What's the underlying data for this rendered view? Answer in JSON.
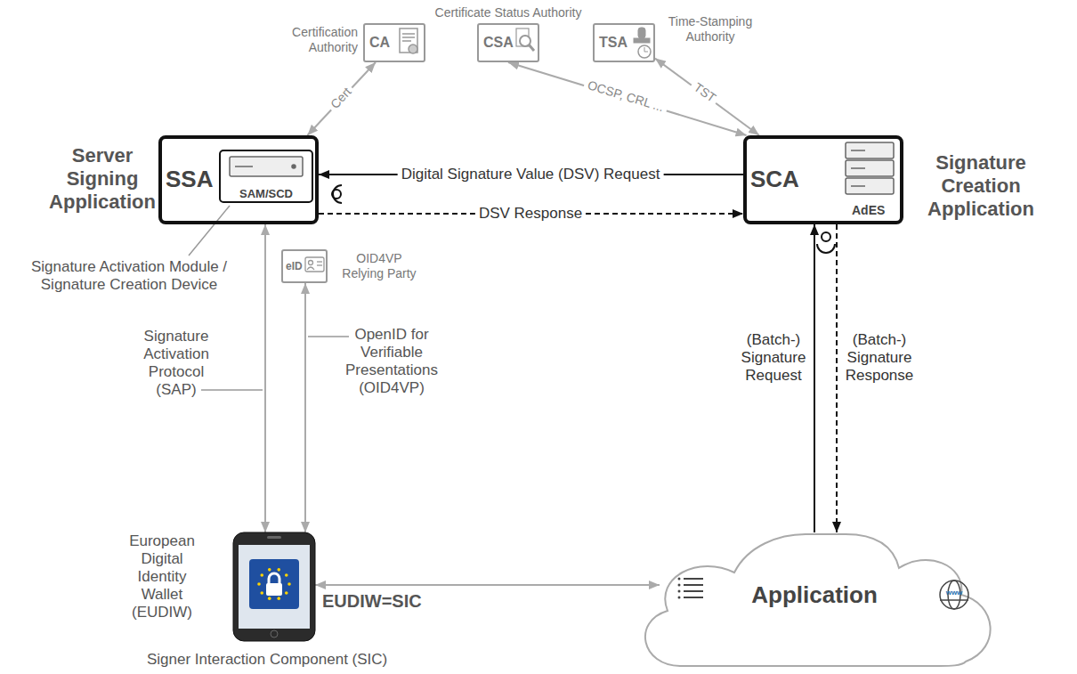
{
  "diagram": {
    "nodes": [
      {
        "text": [
          "Certification Authority",
          "CA"
        ]
      },
      {
        "text": [
          "Certificate Status Authority",
          "CSA"
        ]
      },
      {
        "text": [
          "TSA",
          "Time-Stamping Authority"
        ]
      },
      {
        "text": [
          "SSA",
          "Server Signing Application"
        ]
      },
      {
        "text": [
          "SAM/SCD"
        ],
        "in": 3
      },
      {
        "text": [
          "SCA",
          "AdES",
          "Signature Creation Application"
        ]
      },
      {
        "text": [
          "eID",
          "OID4VP Relying Party"
        ]
      },
      {
        "text": [
          "European Digital Identity Wallet (EUDIW)",
          "EUDIW=SIC",
          "Signer Interaction Component (SIC)"
        ]
      },
      {
        "text": [
          "Application"
        ]
      }
    ],
    "edges": [
      {
        "from": 0,
        "to": 3,
        "label": "Cert",
        "arrow": "both"
      },
      {
        "from": 1,
        "to": 5,
        "label": "OCSP, CRL ...",
        "arrow": "both"
      },
      {
        "from": 2,
        "to": 5,
        "label": "TST",
        "arrow": "both"
      },
      {
        "from": 5,
        "to": 3,
        "label": "Digital Signature Value (DSV) Request",
        "arrow": "to"
      },
      {
        "from": 3,
        "to": 5,
        "label": "DSV Response",
        "arrow": "to"
      },
      {
        "from": 3,
        "to": 7,
        "label": "Signature Activation Protocol (SAP)",
        "arrow": "both"
      },
      {
        "from": 6,
        "to": 7,
        "label": "OpenID for Verifiable Presentations (OID4VP)",
        "arrow": "both"
      },
      {
        "from": 7,
        "to": 8,
        "arrow": "both"
      },
      {
        "from": 8,
        "to": 5,
        "label": "(Batch-) Signature Request",
        "arrow": "to"
      },
      {
        "from": 5,
        "to": 8,
        "label": "(Batch-) Signature Response",
        "arrow": "to"
      }
    ],
    "labels": [
      "Signature Activation Module / Signature Creation Device",
      "www"
    ]
  }
}
